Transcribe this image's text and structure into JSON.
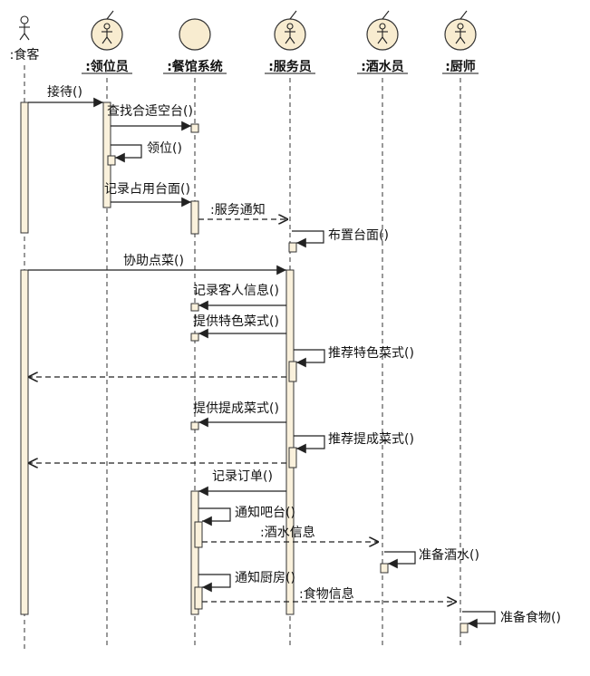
{
  "participants": [
    {
      "label": ":食客",
      "icon": "actor-icon"
    },
    {
      "label": ":领位员",
      "icon": "actor-in-circle-icon"
    },
    {
      "label": ":餐馆系统",
      "icon": "circle-icon"
    },
    {
      "label": ":服务员",
      "icon": "actor-in-circle-icon"
    },
    {
      "label": ":酒水员",
      "icon": "actor-in-circle-icon"
    },
    {
      "label": ":厨师",
      "icon": "actor-in-circle-icon"
    }
  ],
  "messages": {
    "m1": "接待()",
    "m2": "查找合适空台()",
    "m3": "领位()",
    "m4": "记录占用台面()",
    "m5": ":服务通知",
    "m6": "布置台面()",
    "m7": "协助点菜()",
    "m8": "记录客人信息()",
    "m9": "提供特色菜式()",
    "m10": "推荐特色菜式()",
    "m11": "提供提成菜式()",
    "m12": "推荐提成菜式()",
    "m13": "记录订单()",
    "m14": "通知吧台()",
    "m15": ":酒水信息",
    "m16": "准备酒水()",
    "m17": "通知厨房()",
    "m18": ":食物信息",
    "m19": "准备食物()"
  }
}
